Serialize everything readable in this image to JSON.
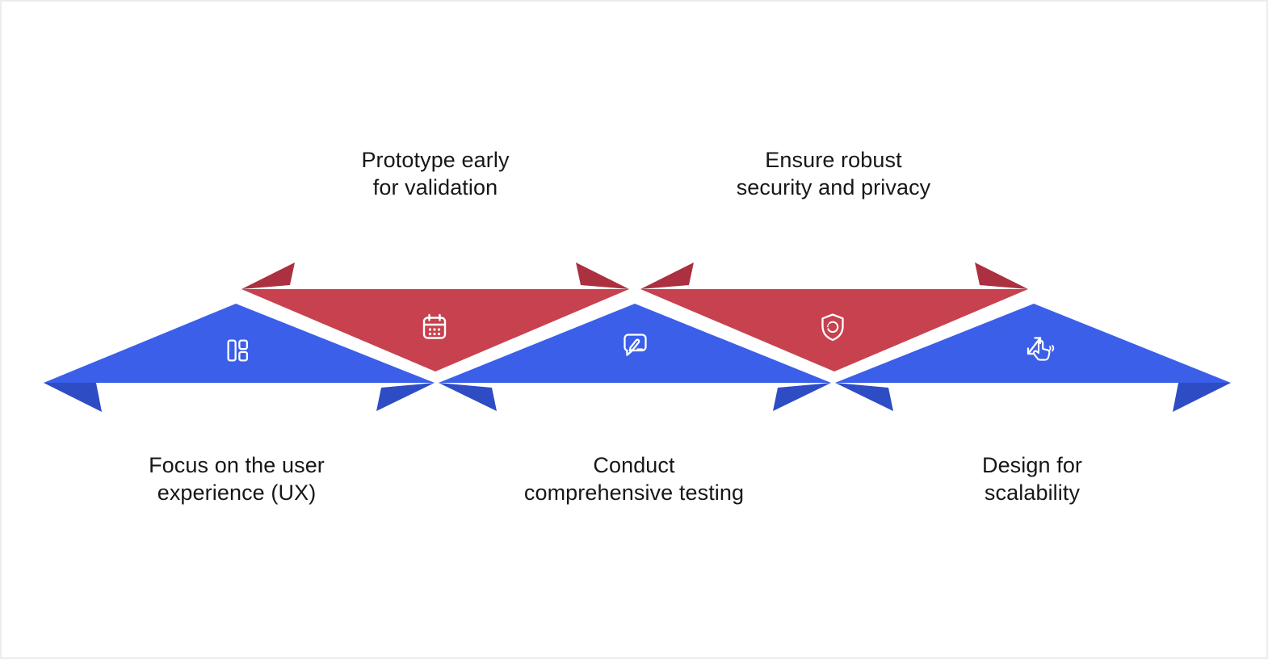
{
  "canvas": {
    "background": "#FFFFFF",
    "border_color": "#ECECEC"
  },
  "colors": {
    "blue": "#3B5FE9",
    "blue_fold": "#2E4CC3",
    "red": "#C8414F",
    "red_fold": "#AB3040",
    "icon": "#FFFFFF",
    "text": "#16171A"
  },
  "steps": [
    {
      "label_lines": [
        "Focus on the user",
        "experience (UX)"
      ],
      "icon": "layout-icon",
      "color": "blue",
      "shape": "triangle-up",
      "label_position": "below"
    },
    {
      "label_lines": [
        "Prototype early",
        "for validation"
      ],
      "icon": "calendar-icon",
      "color": "red",
      "shape": "triangle-down",
      "label_position": "above"
    },
    {
      "label_lines": [
        "Conduct",
        "comprehensive testing"
      ],
      "icon": "message-edit-icon",
      "color": "blue",
      "shape": "triangle-up",
      "label_position": "below"
    },
    {
      "label_lines": [
        "Ensure robust",
        "security and privacy"
      ],
      "icon": "shield-icon",
      "color": "red",
      "shape": "triangle-down",
      "label_position": "above"
    },
    {
      "label_lines": [
        "Design for",
        "scalability"
      ],
      "icon": "pinch-zoom-icon",
      "color": "blue",
      "shape": "triangle-up",
      "label_position": "below"
    }
  ]
}
